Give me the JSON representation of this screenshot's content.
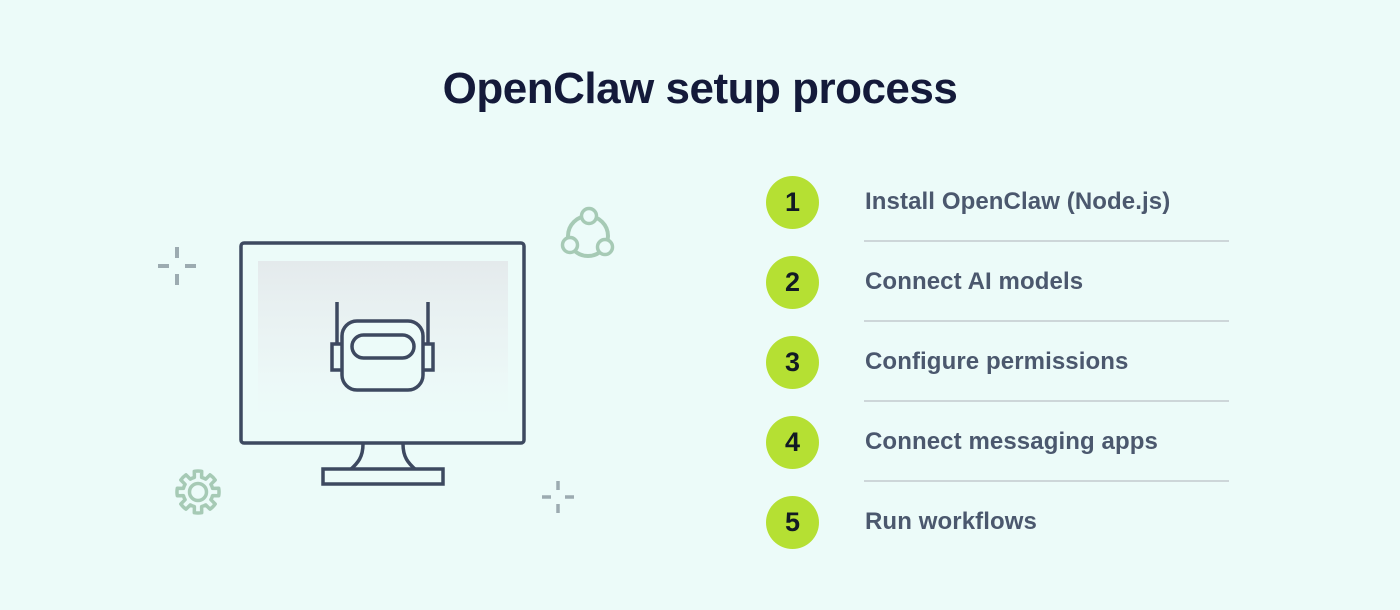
{
  "title": "OpenClaw setup process",
  "steps": [
    {
      "number": "1",
      "label": "Install OpenClaw (Node.js)"
    },
    {
      "number": "2",
      "label": "Connect AI models"
    },
    {
      "number": "3",
      "label": "Configure permissions"
    },
    {
      "number": "4",
      "label": "Connect messaging apps"
    },
    {
      "number": "5",
      "label": "Run workflows"
    }
  ],
  "illustration": {
    "description": "Outlined desktop monitor showing a robot head on screen, surrounded by decorative gear, share-nodes and sparkle crosshair marks",
    "icons": [
      "monitor-robot-icon",
      "gear-icon",
      "share-nodes-icon",
      "crosshair-sparkle-icon"
    ]
  },
  "colors": {
    "background": "#ecfbf9",
    "title_text": "#141a3a",
    "step_text": "#4b586e",
    "badge_green": "#b5e033",
    "badge_number": "#121a24",
    "outline_slate": "#3d4960",
    "sage_green": "#a6cab5",
    "divider_gray": "#cdd6d9",
    "mark_gray": "#9cabb1"
  }
}
